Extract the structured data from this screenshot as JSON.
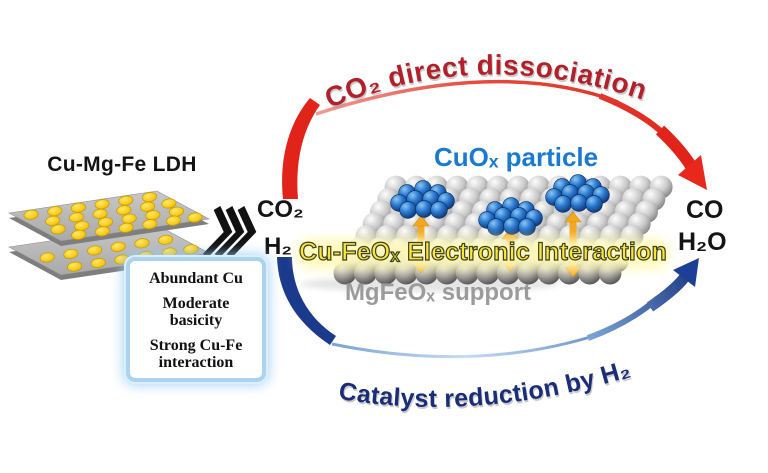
{
  "figure": {
    "ldh_label": "Cu-Mg-Fe LDH",
    "reactants": {
      "co2": "CO₂",
      "h2": "H₂"
    },
    "products": {
      "co": "CO",
      "h2o": "H₂O"
    },
    "top_pathway": "CO₂ direct dissociation",
    "bottom_pathway": "Catalyst reduction by H₂",
    "particle_label": "CuOₓ particle",
    "interaction_label": "Cu-FeOₓ Electronic Interaction",
    "support_label": "MgFeOₓ support",
    "properties": [
      "Abundant Cu",
      "Moderate basicity",
      "Strong Cu-Fe interaction"
    ]
  },
  "colors": {
    "pathway_red_text": "#b2202a",
    "arrow_red": "#e0241a",
    "pathway_blue_text": "#1a2d78",
    "arrow_blue": "#1c3a8c",
    "interaction_arrow_orange": "#f4a81f",
    "particle_label_blue": "#1a7ad0",
    "interaction_yellow": "#ffe43c",
    "support_gray": "#9b9b9b",
    "ldh_dot_gold": "#f8c60e",
    "properties_box_border": "#a9d3f1"
  }
}
